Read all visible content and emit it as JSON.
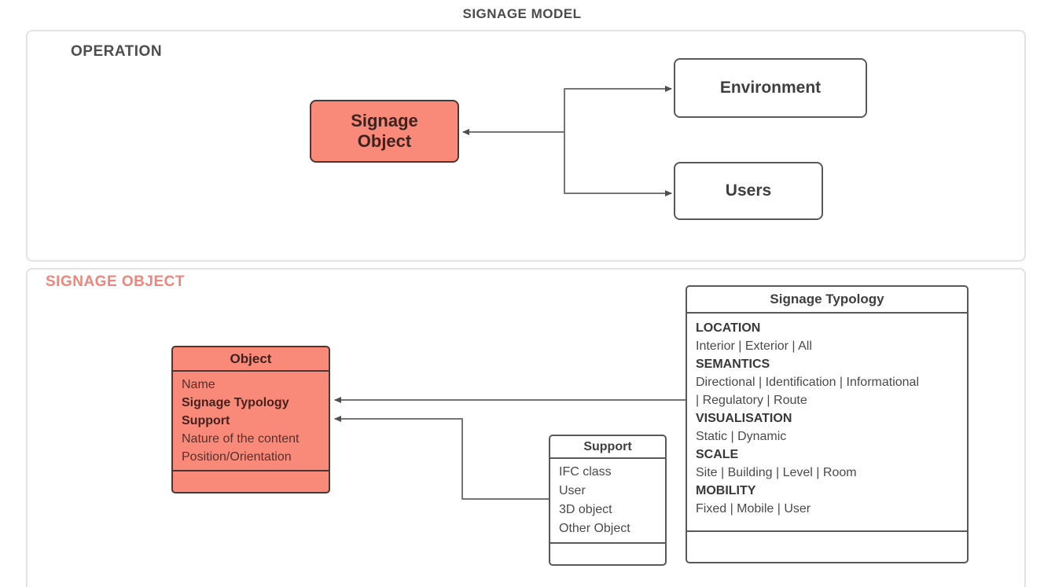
{
  "title": "SIGNAGE MODEL",
  "operation": {
    "label": "OPERATION",
    "signage_object_node": {
      "line1": "Signage",
      "line2": "Object"
    },
    "environment_node": "Environment",
    "users_node": "Users"
  },
  "signage_object_section": {
    "label": "SIGNAGE OBJECT",
    "object_entity": {
      "title": "Object",
      "fields": [
        "Name",
        "Signage Typology",
        "Support",
        "Nature of the content",
        "Position/Orientation"
      ]
    },
    "support_entity": {
      "title": "Support",
      "fields": [
        "IFC class",
        "User",
        "3D object",
        "Other Object"
      ]
    },
    "typology_entity": {
      "title": "Signage Typology",
      "lines": [
        "LOCATION",
        "Interior | Exterior | All",
        "SEMANTICS",
        "Directional | Identification | Informational",
        "| Regulatory | Route",
        "VISUALISATION",
        "Static | Dynamic",
        "SCALE",
        "Site | Building | Level | Room",
        "MOBILITY",
        "Fixed | Mobile | User"
      ]
    }
  },
  "colors": {
    "salmon_fill": "#f98a7a",
    "salmon_border": "#4a3733",
    "salmon_text_dark": "#3d2320",
    "salmon_text_row": "#5a2f2b",
    "white_box_border": "#58595b",
    "dark_text": "#3f3f3f",
    "connector_line": "#757575",
    "arrowhead": "#4f4f4f",
    "section_border": "#e3e3e3",
    "accent_label": "#f0857c",
    "heading_gray": "#4d4d4d"
  }
}
